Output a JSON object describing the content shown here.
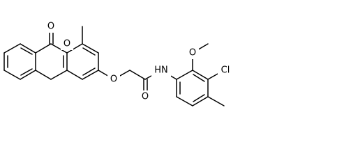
{
  "structure": {
    "atoms": {
      "carbonyl_oxygen": "O",
      "ring_oxygen": "O",
      "ether_oxygen": "O",
      "amide_oxygen": "O",
      "methoxy_oxygen": "O",
      "amide_nitrogen": "HN",
      "chlorine": "Cl"
    }
  },
  "colors": {
    "bond": "#000000",
    "label": "#000000",
    "background": "#ffffff"
  }
}
